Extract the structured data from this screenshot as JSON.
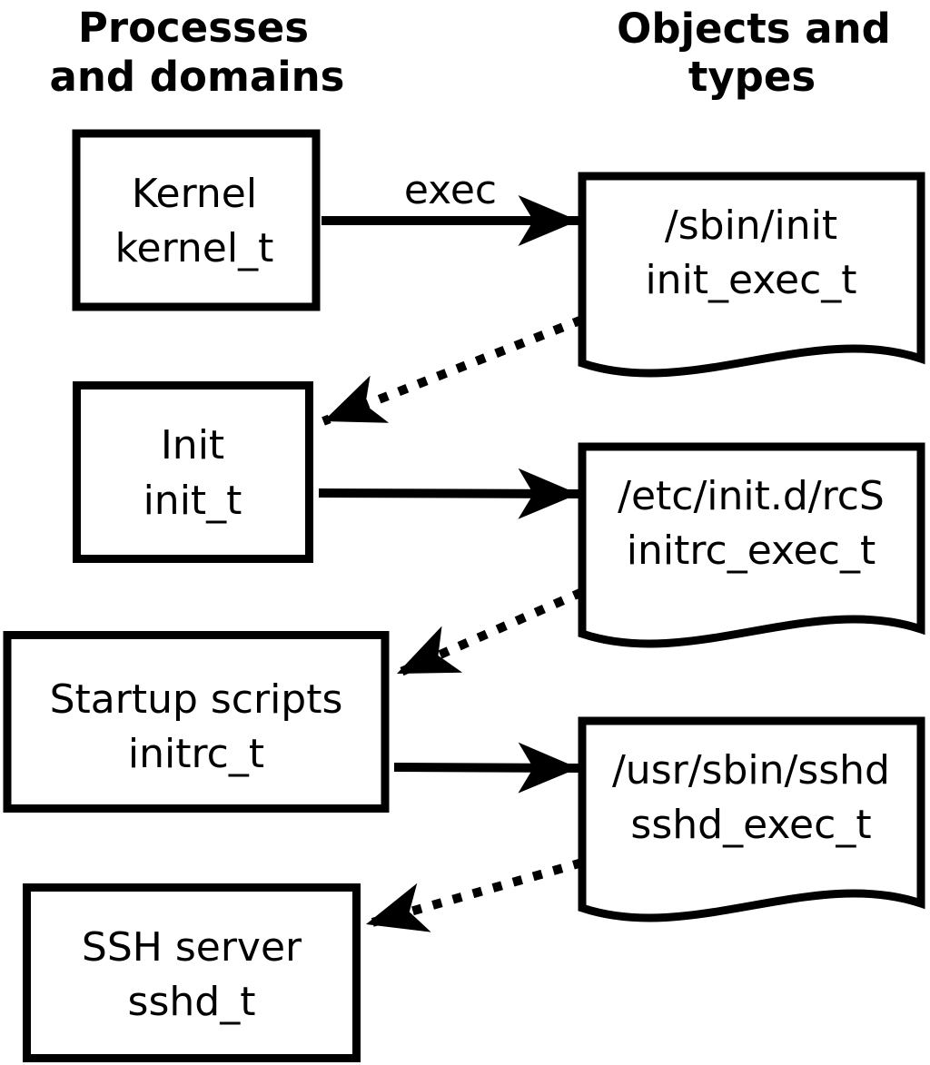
{
  "diagram": {
    "headers": {
      "left": {
        "line1": "Processes",
        "line2": "and domains"
      },
      "right": {
        "line1": "Objects and",
        "line2": "types"
      }
    },
    "process_boxes": [
      {
        "id": "kernel",
        "name": "Kernel",
        "domain": "kernel_t"
      },
      {
        "id": "init",
        "name": "Init",
        "domain": "init_t"
      },
      {
        "id": "startup-scripts",
        "name": "Startup scripts",
        "domain": "initrc_t"
      },
      {
        "id": "ssh-server",
        "name": "SSH server",
        "domain": "sshd_t"
      }
    ],
    "object_documents": [
      {
        "id": "sbin-init",
        "path": "/sbin/init",
        "type": "init_exec_t"
      },
      {
        "id": "etc-initd-rcs",
        "path": "/etc/init.d/rcS",
        "type": "initrc_exec_t"
      },
      {
        "id": "usr-sbin-sshd",
        "path": "/usr/sbin/sshd",
        "type": "sshd_exec_t"
      }
    ],
    "arrows": [
      {
        "from": "Kernel kernel_t",
        "to": "/sbin/init init_exec_t",
        "style": "solid",
        "label": "exec"
      },
      {
        "from": "/sbin/init init_exec_t",
        "to": "Init init_t",
        "style": "dotted",
        "label": ""
      },
      {
        "from": "Init init_t",
        "to": "/etc/init.d/rcS initrc_exec_t",
        "style": "solid",
        "label": ""
      },
      {
        "from": "/etc/init.d/rcS initrc_exec_t",
        "to": "Startup scripts initrc_t",
        "style": "dotted",
        "label": ""
      },
      {
        "from": "Startup scripts initrc_t",
        "to": "/usr/sbin/sshd sshd_exec_t",
        "style": "solid",
        "label": ""
      },
      {
        "from": "/usr/sbin/sshd sshd_exec_t",
        "to": "SSH server sshd_t",
        "style": "dotted",
        "label": ""
      }
    ],
    "colors": {
      "ink": "#000000",
      "background": "#ffffff"
    }
  }
}
